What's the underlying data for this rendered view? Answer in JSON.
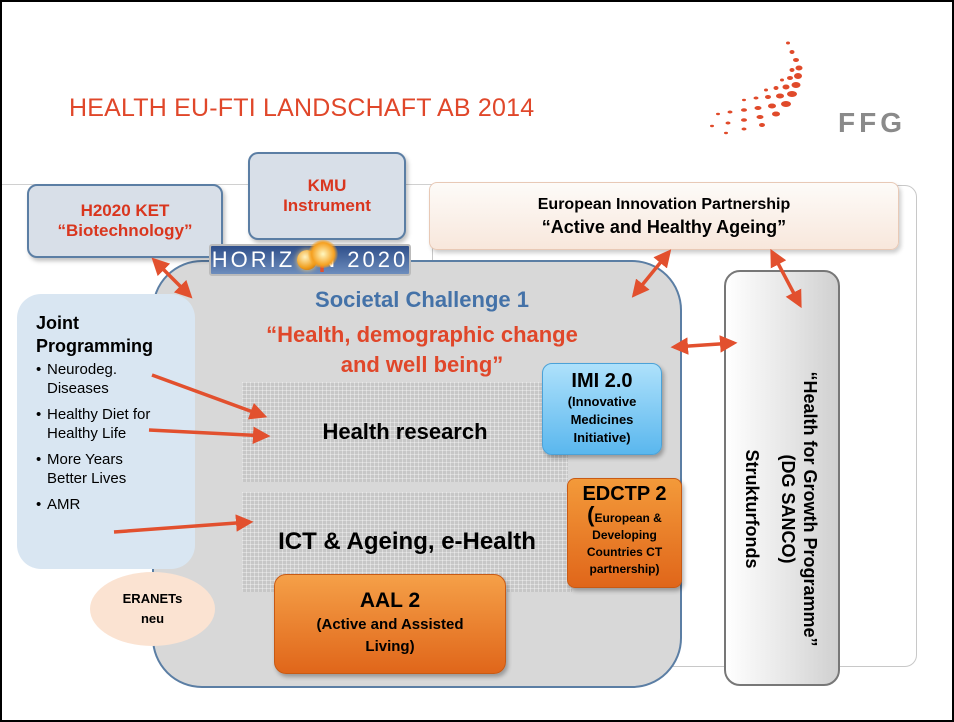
{
  "title": "HEALTH EU-FTI LANDSCHAFT AB 2014",
  "logo": {
    "text": "FFG",
    "icon": "ffg-dots-logo"
  },
  "ket_box": {
    "line1": "H2020 KET",
    "line2": "“Biotechnology”"
  },
  "kmu_box": {
    "line1": "KMU",
    "line2": "Instrument"
  },
  "eip_box": {
    "line1": "European Innovation Partnership",
    "line2": "“Active and Healthy Ageing”"
  },
  "horizon_banner": {
    "left": "HORIZ",
    "right": "N 2020"
  },
  "societal_challenge": {
    "line1": "Societal Challenge 1",
    "line2": "“Health, demographic change",
    "line3": "and well being”"
  },
  "joint_programming": {
    "title_line1": "Joint",
    "title_line2": "Programming",
    "items": [
      {
        "line1": "Neurodeg.",
        "line2": "Diseases"
      },
      {
        "line1": "Healthy Diet for",
        "line2": "Healthy Life"
      },
      {
        "line1": "More Years",
        "line2": "Better Lives"
      },
      {
        "line1": "AMR",
        "line2": ""
      }
    ]
  },
  "health_research": "Health research",
  "ict_box": "ICT & Ageing, e-Health",
  "imi_box": {
    "title": "IMI 2.0",
    "line1": "(Innovative",
    "line2": "Medicines",
    "line3": "Initiative)"
  },
  "edctp_box": {
    "title": "EDCTP 2",
    "paren": "(",
    "line1": "European &",
    "line2": "Developing",
    "line3": "Countries CT",
    "line4": "partnership)"
  },
  "aal_box": {
    "title": "AAL 2",
    "line1": "(Active and Assisted",
    "line2": "Living)"
  },
  "eranets": {
    "line1": "ERANETs",
    "line2": "neu"
  },
  "health_growth": {
    "line1": "“Health for Growth Programme”",
    "line2": "(DG SANCO)",
    "line3": "Strukturfonds"
  },
  "colors": {
    "accent": "#e0472a",
    "blue": "#4472a8",
    "arrow": "#e2502e"
  }
}
